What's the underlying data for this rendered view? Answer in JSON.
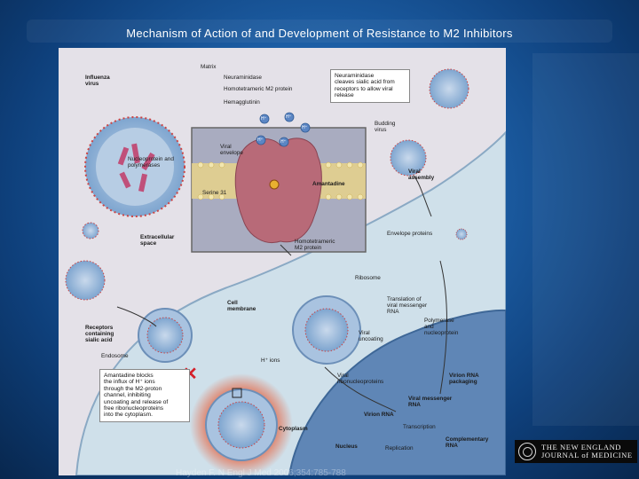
{
  "slide": {
    "title": "Mechanism of Action of and Development of Resistance to M2 Inhibitors",
    "citation": "Hayden F. N Engl J Med 2006;354:785-788"
  },
  "journal_logo": {
    "line1": "THE NEW ENGLAND",
    "line2": "JOURNAL of MEDICINE"
  },
  "figure": {
    "labels": {
      "matrix": "Matrix",
      "influenza_virus": "Influenza\nvirus",
      "neuraminidase": "Neuraminidase",
      "homotetrameric_m2": "Homotetrameric M2 protein",
      "hemagglutinin": "Hemagglutinin",
      "viral_envelope": "Viral\nenvelope",
      "nucleoprotein": "Nucleoprotein and\npolymerases",
      "h_ion": "H⁺",
      "amantadine": "Amantadine",
      "serine31": "Serine 31",
      "homotetrameric_m2_inset": "Homotetrameric\nM2 protein",
      "budding_virus": "Budding\nvirus",
      "viral_assembly": "Viral\nassembly",
      "extracellular_space": "Extracellular\nspace",
      "envelope_proteins": "Envelope proteins",
      "ribosome": "Ribosome",
      "translation": "Translation of\nviral messenger\nRNA",
      "cell_membrane": "Cell\nmembrane",
      "polymerase_nucleoprotein": "Polymerase\nand\nnucleoprotein",
      "receptors": "Receptors\ncontaining\nsialic acid",
      "viral_uncoating": "Viral\nuncoating",
      "endosome": "Endosome",
      "h_ions": "H⁺ ions",
      "viral_ribonucleoproteins": "Viral\nribonucleoproteins",
      "virion_rna_packaging": "Virion RNA\npackaging",
      "viral_mrna": "Viral messenger\nRNA",
      "virion_rna": "Virion RNA",
      "cytoplasm": "Cytoplasm",
      "transcription": "Transcription",
      "nucleus": "Nucleus",
      "replication": "Replication",
      "complementary_rna": "Complementary\nRNA"
    },
    "callouts": {
      "neuraminidase_note": "Neuraminidase\ncleaves sialic acid from\nreceptors to allow viral\nrelease",
      "amantadine_note": "Amantadine blocks\nthe influx of H⁺ ions\nthrough the M2-proton\nchannel, inhibiting\nuncoating and release of\nfree ribonucleoproteins\ninto the cytoplasm."
    },
    "colors": {
      "cell": "#cfe0ea",
      "nucleus": "#5f86b6",
      "inset": "#a9acc0",
      "virus": "#8fb4d6",
      "block_glow": "#e8562e"
    }
  }
}
